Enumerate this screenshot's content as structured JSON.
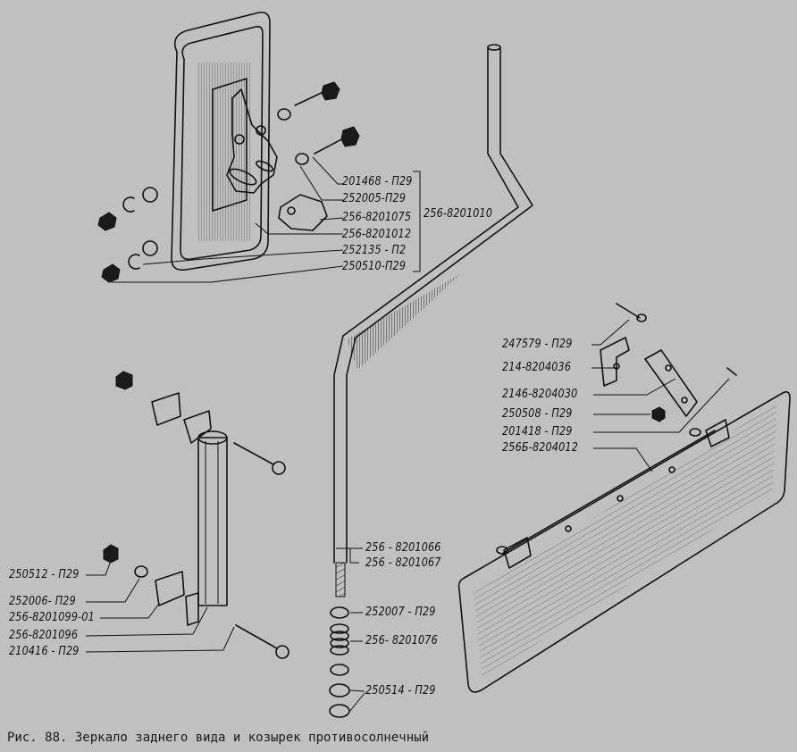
{
  "figure": {
    "caption": "Рис. 88. Зеркало заднего вида и козырек противосолнечный"
  },
  "assemblies": {
    "mirror_assembly_number": "256-8201010",
    "mirror_parts": [
      {
        "part_number": "201468 - П29"
      },
      {
        "part_number": "252005-П29"
      },
      {
        "part_number": "256-8201075"
      },
      {
        "part_number": "256-8201012"
      },
      {
        "part_number": "252135 - П2"
      },
      {
        "part_number": "250510-П29"
      }
    ],
    "sun_visor_parts": [
      {
        "part_number": "247579 - П29"
      },
      {
        "part_number": "214-8204036"
      },
      {
        "part_number": "2146-8204030"
      },
      {
        "part_number": "250508 - П29"
      },
      {
        "part_number": "201418 - П29"
      },
      {
        "part_number": "256Б-8204012"
      }
    ],
    "bracket_parts": [
      {
        "part_number": "250512 - П29"
      },
      {
        "part_number": "252006- П29"
      },
      {
        "part_number": "256-8201099-01"
      },
      {
        "part_number": "256-8201096"
      },
      {
        "part_number": "210416 - П29"
      }
    ],
    "rod_parts": [
      {
        "part_number": "256 - 8201066"
      },
      {
        "part_number": "256 - 8201067"
      },
      {
        "part_number": "252007 - П29"
      },
      {
        "part_number": "256- 8201076"
      },
      {
        "part_number": "250514 - П29"
      }
    ]
  }
}
